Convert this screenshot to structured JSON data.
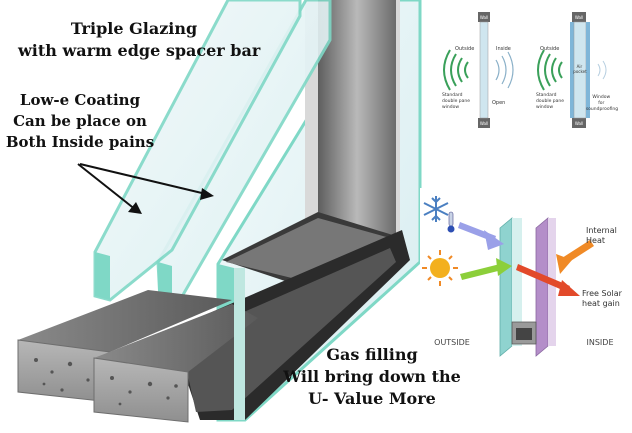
{
  "labels": {
    "title": [
      "Triple Glazing",
      "with warm edge spacer bar"
    ],
    "lowe": [
      "Low-e Coating",
      "Can be place on",
      "Both Inside pains"
    ],
    "gas": [
      "Gas filling",
      "Will bring down the",
      "U- Value More"
    ]
  },
  "inset_top": {
    "left_panel": {
      "wall_top": "Wall",
      "wall_bottom": "Wall",
      "outside": "Outside",
      "inside": "Inside",
      "pane_label": [
        "Standard",
        "double pane",
        "window"
      ],
      "state": "Open"
    },
    "right_panel": {
      "wall_top": "Wall",
      "wall_bottom": "Wall",
      "outside": "Outside",
      "pane_label": [
        "Standard",
        "double pane",
        "window"
      ],
      "gap_label": [
        "Air",
        "pocket"
      ],
      "window_label": [
        "Window",
        "for",
        "soundproofing"
      ]
    }
  },
  "inset_bottom": {
    "outside": "OUTSIDE",
    "inside": "INSIDE",
    "internal_heat": [
      "Internal",
      "Heat"
    ],
    "solar_gain": [
      "Free Solar",
      "heat gain"
    ]
  },
  "colors": {
    "glass_edge": "#7fd8c6",
    "glass_face": "#e6f4f6",
    "spacer": "#9b9b9b",
    "frame_dark": "#2b2b2b",
    "purple_pane": "#b48ec9",
    "teal_pane": "#8fd3cf",
    "arrow_blue": "#9aa0e8",
    "arrow_green": "#8ccf3a",
    "arrow_red": "#e24a2a",
    "arrow_orange": "#f08a26",
    "sun": "#f3b01e",
    "snow": "#4a7fc1",
    "sound_wave": "#3aa05a"
  },
  "icons": [
    "snowflake-icon",
    "thermometer-icon",
    "sun-icon",
    "sound-wave-icon"
  ]
}
